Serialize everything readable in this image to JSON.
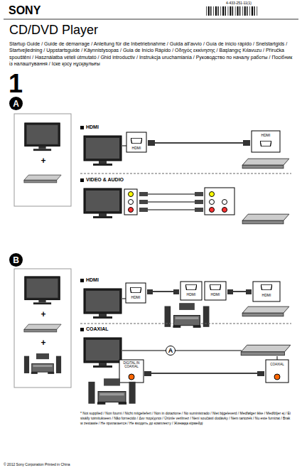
{
  "diagram": {
    "title": "CD/DVD Player",
    "nodes": [
      {
        "text": [
          "A"
        ]
      },
      {
        "text": [
          "B"
        ]
      },
      {
        "text": [
          "A"
        ]
      }
    ],
    "labels": [
      "SONY",
      "4-433-251-11(1)",
      "Startup Guide / Guide de démarrage / Anleitung für die Inbetriebnahme / Guida all'avvio / Guía de inicio rápido / Snelstartgids / Startvejledning / Uppstartsguide / Käynnistysopas / Guia de Início Rápido / Οδηγός εκκίνησης / Başlangıç Kılavuzu / Příručka spouštění / Használatba vételi útmutató / Ghid introductiv / Instrukcja uruchamiania / Руководство по началу работы / Посібник із налаштування / Іске қосу нұсқаулығы",
      "1",
      "HDMI",
      "HDMI",
      "HDMI",
      "VIDEO & AUDIO",
      "HDMI",
      "HDMI",
      "HDMI",
      "HDMI",
      "HDMI",
      "COAXIAL",
      "DIGITAL IN COAXIAL",
      "COAXIAL",
      "* Not supplied / Non fourni / Nicht mitgeliefert / Non in dotazione / No suministrado / Niet bijgeleverd / Medfølger ikke / Medföljer ej / Ei sisälly toimitukseen / Não fornecido / Δεν παρέχεται / Ürünle verilmez / Není součástí dodávky / Nem tartozék / Nu este furnizat / Brak w zestawie / Не прилагается / Не входить до комплекту / Жинаққа кірмейді",
      "© 2012 Sony Corporation Printed in China",
      "+",
      "+",
      "+"
    ]
  }
}
